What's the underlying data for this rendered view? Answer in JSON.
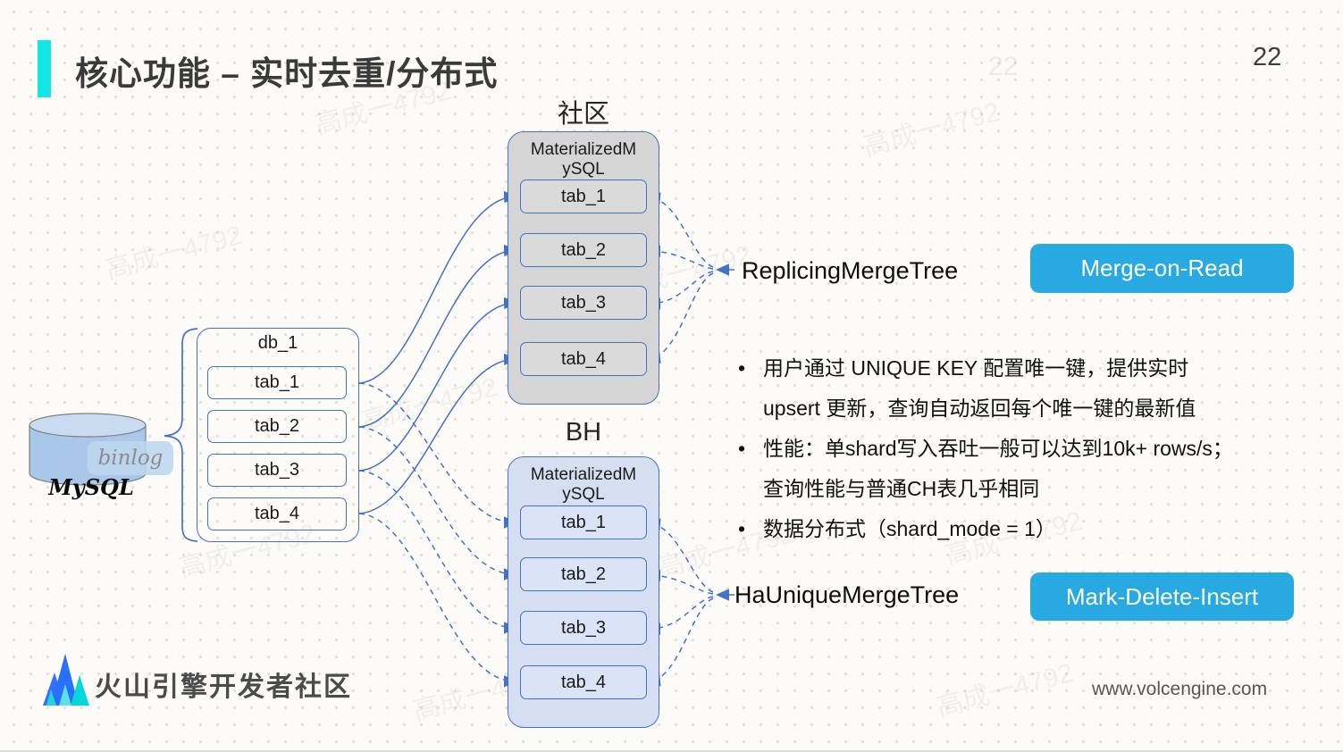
{
  "slide": {
    "title": "核心功能 – 实时去重/分布式",
    "page_number": "22"
  },
  "watermark": {
    "text": "高成一4792",
    "page_echo": "22"
  },
  "diagram": {
    "mysql": {
      "db_label": "MySQL",
      "binlog_label": "binlog"
    },
    "source_db": {
      "title": "db_1",
      "tables": [
        "tab_1",
        "tab_2",
        "tab_3",
        "tab_4"
      ]
    },
    "community": {
      "title": "社区",
      "engine_lines": [
        "MaterializedM",
        "ySQL"
      ],
      "tables": [
        "tab_1",
        "tab_2",
        "tab_3",
        "tab_4"
      ],
      "engine_name": "ReplicingMergeTree",
      "badge": "Merge-on-Read"
    },
    "bh": {
      "title": "BH",
      "engine_lines": [
        "MaterializedM",
        "ySQL"
      ],
      "tables": [
        "tab_1",
        "tab_2",
        "tab_3",
        "tab_4"
      ],
      "engine_name": "HaUniqueMergeTree",
      "badge": "Mark-Delete-Insert"
    }
  },
  "bullets": [
    {
      "lines": [
        "用户通过 UNIQUE KEY 配置唯一键，提供实时",
        "upsert 更新，查询自动返回每个唯一键的最新值"
      ]
    },
    {
      "lines": [
        "性能：单shard写入吞吐一般可以达到10k+ rows/s；",
        "查询性能与普通CH表几乎相同"
      ]
    },
    {
      "lines": [
        "数据分布式（shard_mode = 1）"
      ]
    }
  ],
  "footer": {
    "brand": "火山引擎开发者社区",
    "url": "www.volcengine.com"
  },
  "colors": {
    "accent_cyan": "#14E6E6",
    "badge_blue": "#28A9E2",
    "line_blue": "#4472C4"
  }
}
